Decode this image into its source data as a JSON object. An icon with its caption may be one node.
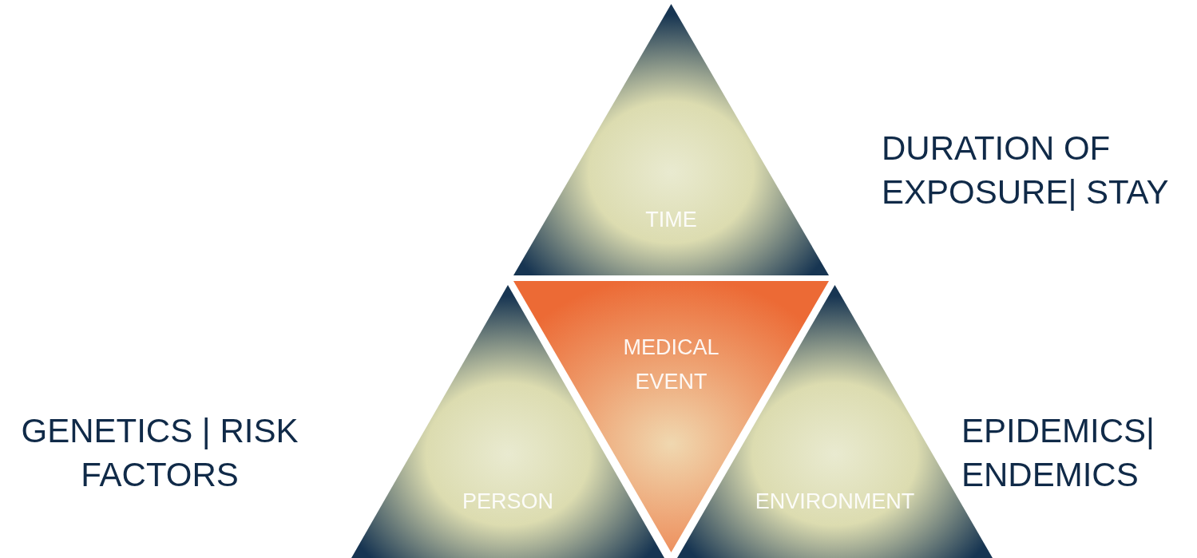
{
  "diagram": {
    "nodes": [
      {
        "text": [
          "TIME"
        ],
        "beside": [
          "DURATION OF EXPOSURE| STAY"
        ]
      },
      {
        "text": [
          "MEDICAL EVENT"
        ]
      },
      {
        "text": [
          "PERSON"
        ],
        "beside": [
          "GENETICS | RISK FACTORS"
        ]
      },
      {
        "text": [
          "ENVIRONMENT"
        ],
        "beside": [
          "EPIDEMICS| ENDEMICS"
        ]
      }
    ]
  }
}
